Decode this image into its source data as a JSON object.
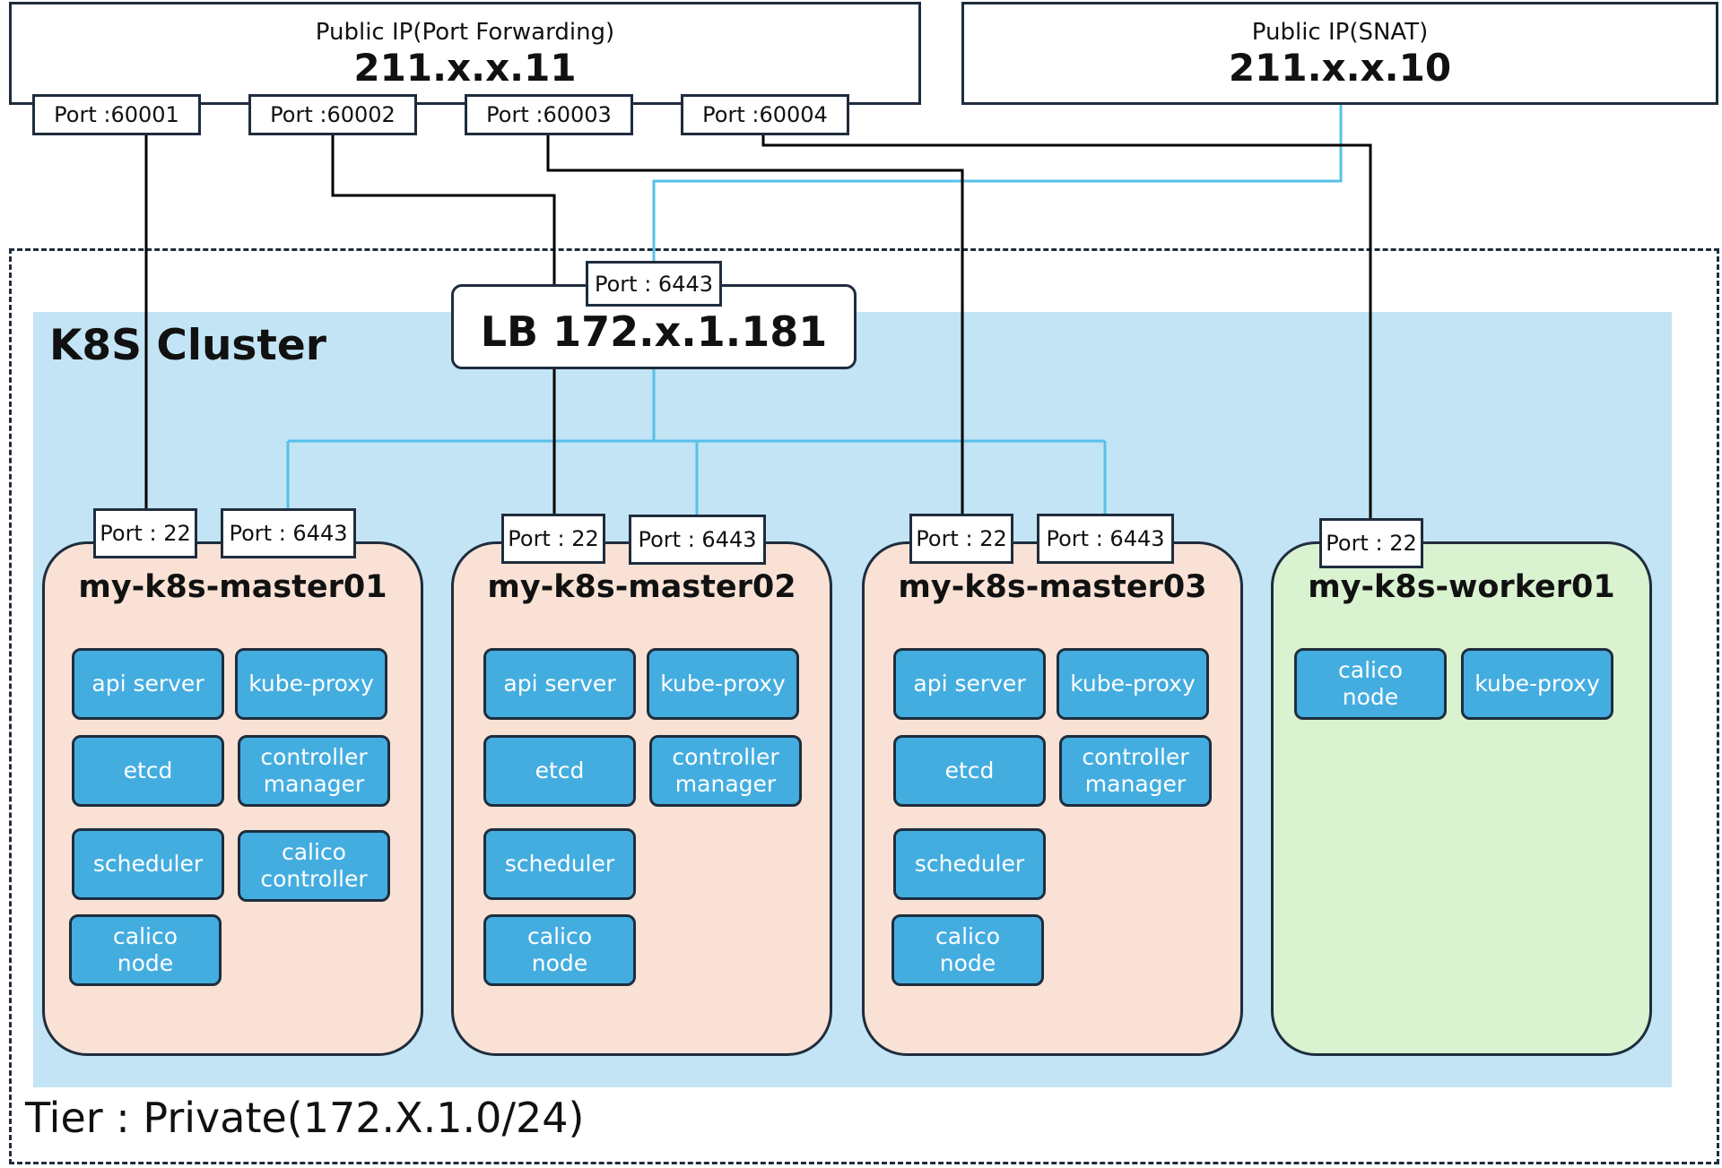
{
  "port_forwarding": {
    "label": "Public IP(Port Forwarding)",
    "ip": "211.x.x.11",
    "ports": [
      "Port :60001",
      "Port :60002",
      "Port :60003",
      "Port :60004"
    ]
  },
  "snat": {
    "label": "Public IP(SNAT)",
    "ip": "211.x.x.10"
  },
  "cluster": {
    "title": "K8S Cluster"
  },
  "lb": {
    "label": "LB 172.x.1.181",
    "port": "Port : 6443"
  },
  "nodes": [
    {
      "name": "my-k8s-master01",
      "port_ssh": "Port : 22",
      "port_api": "Port : 6443",
      "components": [
        "api server",
        "kube-proxy",
        "etcd",
        "controller\nmanager",
        "scheduler",
        "calico\ncontroller",
        "calico\nnode"
      ]
    },
    {
      "name": "my-k8s-master02",
      "port_ssh": "Port : 22",
      "port_api": "Port : 6443",
      "components": [
        "api server",
        "kube-proxy",
        "etcd",
        "controller\nmanager",
        "scheduler",
        "calico\nnode"
      ]
    },
    {
      "name": "my-k8s-master03",
      "port_ssh": "Port : 22",
      "port_api": "Port : 6443",
      "components": [
        "api server",
        "kube-proxy",
        "etcd",
        "controller\nmanager",
        "scheduler",
        "calico\nnode"
      ]
    },
    {
      "name": "my-k8s-worker01",
      "port_ssh": "Port : 22",
      "components": [
        "calico\nnode",
        "kube-proxy"
      ]
    }
  ],
  "tier": {
    "label": "Tier : Private(172.X.1.0/24)"
  },
  "colors": {
    "outline": "#1f2d3d",
    "ssh_link": "#000000",
    "api_link": "#56c1ea",
    "cluster_bg": "#c3e4f4",
    "master_bg": "#f9e2d5",
    "worker_bg": "#d9f2d0",
    "component_bg": "#44ade0"
  }
}
